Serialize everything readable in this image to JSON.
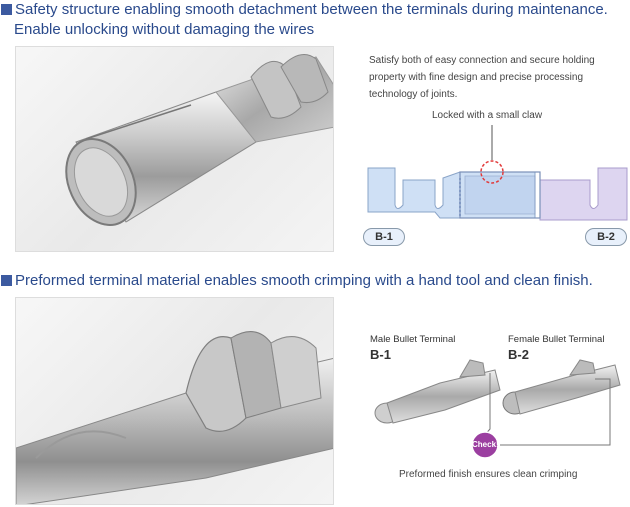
{
  "section1": {
    "heading_line1": "Safety structure enabling smooth detachment between the terminals during maintenance.",
    "heading_line2": "Enable unlocking without damaging the wires",
    "description": "Satisfy both of easy connection and secure holding property with fine design and precise processing technology of joints.",
    "callout": "Locked with a small claw",
    "left_label": "B-1",
    "right_label": "B-2"
  },
  "section2": {
    "heading": "Preformed terminal material enables smooth crimping with a hand tool and clean finish.",
    "male_label": "Male Bullet Terminal",
    "male_code": "B-1",
    "female_label": "Female Bullet Terminal",
    "female_code": "B-2",
    "check_badge": "Check!",
    "caption": "Preformed finish ensures clean crimping"
  },
  "colors": {
    "heading": "#2a4a8c",
    "bullet_square": "#3c5aa0",
    "diagram_blue": "#cfe0f5",
    "diagram_purple": "#ddd5f0",
    "callout_circle": "#e23a3a",
    "check_badge": "#9b3fa0"
  }
}
